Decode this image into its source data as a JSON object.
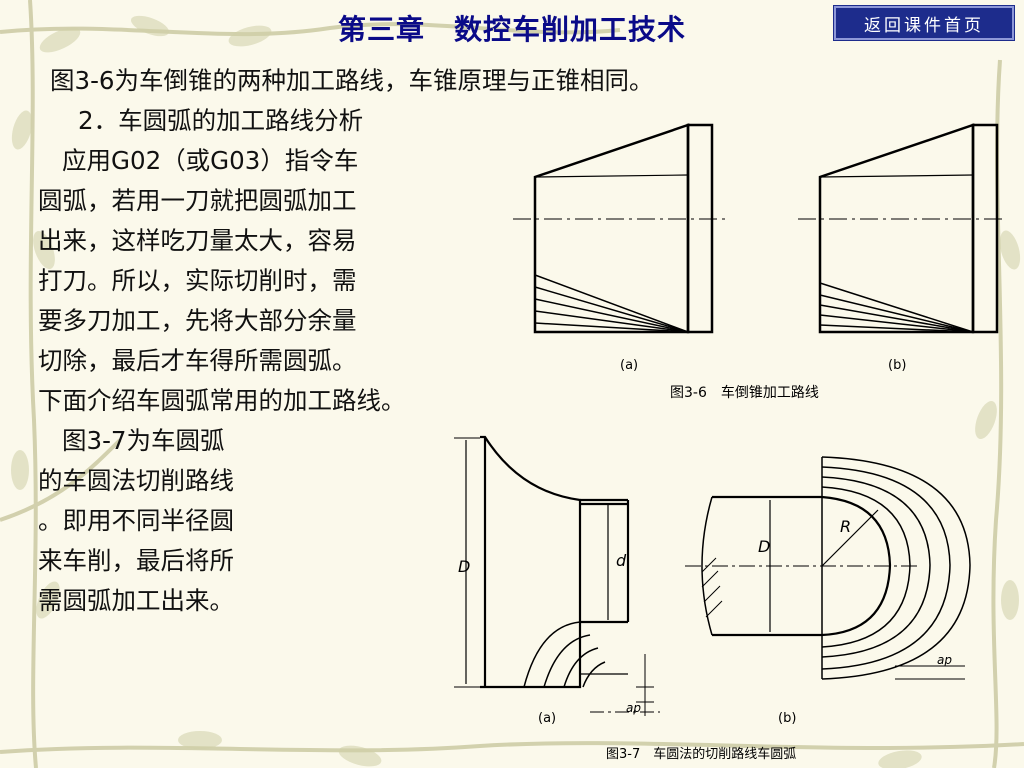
{
  "header": {
    "title": "第三章　数控车削加工技术",
    "home_button": "返回课件首页"
  },
  "body": {
    "lines": [
      "图3-6为车倒锥的两种加工路线，车锥原理与正锥相同。",
      "2．车圆弧的加工路线分析",
      "应用G02（或G03）指令车",
      "圆弧，若用一刀就把圆弧加工",
      "出来，这样吃刀量太大，容易",
      "打刀。所以，实际切削时，需",
      "要多刀加工，先将大部分余量",
      "切除，最后才车得所需圆弧。",
      "下面介绍车圆弧常用的加工路线。",
      "图3-7为车圆弧",
      "的车圆法切削路线",
      "。即用不同半径圆",
      "来车削，最后将所",
      "需圆弧加工出来。"
    ]
  },
  "figure_3_6": {
    "label_a": "(a)",
    "label_b": "(b)",
    "caption": "图3-6　车倒锥加工路线"
  },
  "figure_3_7": {
    "label_a": "(a)",
    "label_b": "(b)",
    "caption": "图3-7　车圆法的切削路线车圆弧",
    "dim_D": "D",
    "dim_d": "d",
    "dim_R": "R",
    "dim_ap": "ap"
  }
}
